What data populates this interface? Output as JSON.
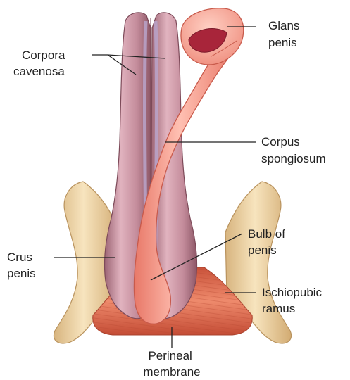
{
  "labels": {
    "corpora_cavernosa": [
      "Corpora",
      "cavenosa"
    ],
    "glans_penis": [
      "Glans",
      "penis"
    ],
    "corpus_spongiosum": [
      "Corpus",
      "spongiosum"
    ],
    "bulb_of_penis": [
      "Bulb of",
      "penis"
    ],
    "crus_penis": [
      "Crus",
      "penis"
    ],
    "ischiopubic_ramus": [
      "Ischiopubic",
      "ramus"
    ],
    "perineal_membrane": [
      "Perineal",
      "membrane"
    ]
  },
  "colors": {
    "cavernosa": "#c08a98",
    "cavernosa_dark": "#8f5a6a",
    "cavernosa_light": "#e2b7c2",
    "spongiosum": "#f3988a",
    "spongiosum_dark": "#d66b5d",
    "bone": "#edd2a3",
    "bone_dark": "#c9a470",
    "membrane": "#e26a4e",
    "membrane_dark": "#b74a34",
    "label_text": "#222222"
  }
}
